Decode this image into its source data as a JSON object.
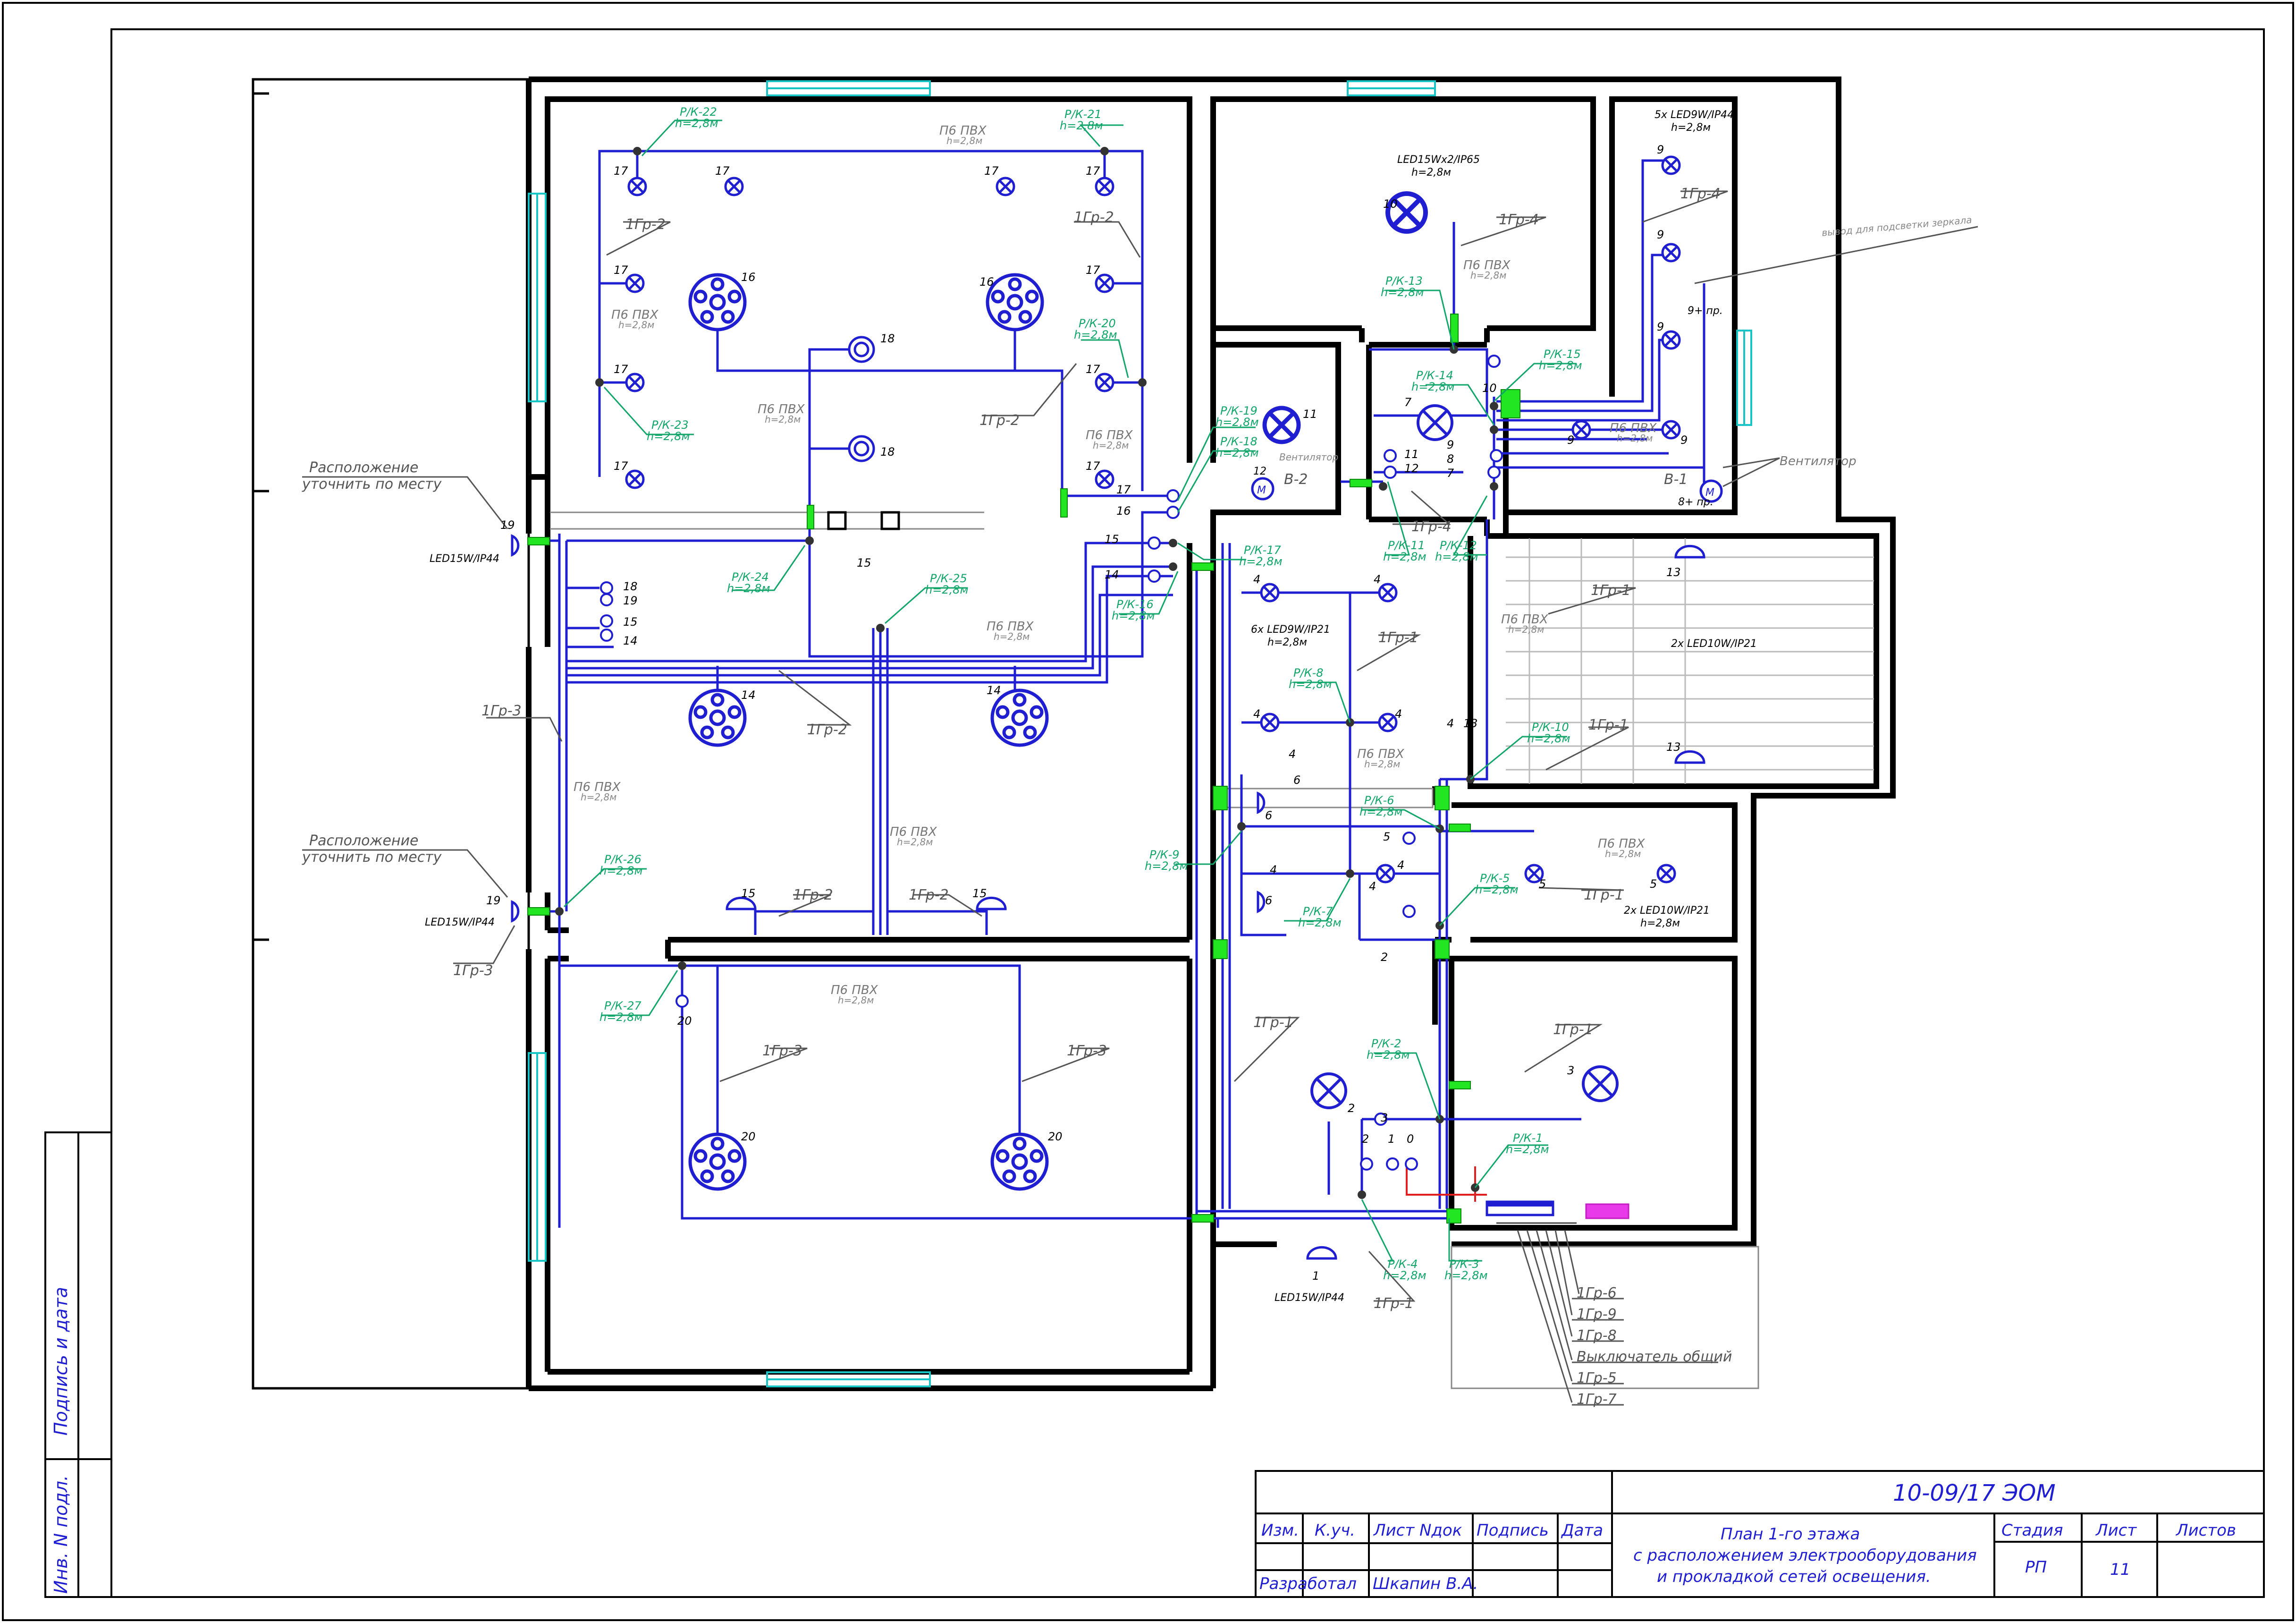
{
  "title_block": {
    "doc_code": "10-09/17 ЭОМ",
    "head_izm": "Изм.",
    "head_kuch": "К.уч.",
    "head_list_ndok": "Лист Nдок",
    "head_podpis": "Подпись",
    "head_data": "Дата",
    "role_developed": "Разработал",
    "developer_name": "Шкапин В.А.",
    "plan_title_1": "План 1-го этажа",
    "plan_title_2": "с расположением электрооборудования",
    "plan_title_3": "и прокладкой сетей освещения.",
    "col_stage": "Стадия",
    "col_sheet": "Лист",
    "col_sheets": "Листов",
    "stage_value": "РП",
    "sheet_value": "11"
  },
  "side_stamp": {
    "signature_date": "Подпись и дата",
    "inv_no": "Инв. N подл."
  },
  "notes": {
    "location_1": "Расположение",
    "location_2": "уточнить по месту",
    "mirror_outlet": "вывод для подсветки зеркала",
    "fan": "Вентилятор"
  },
  "fixture_labels": {
    "led15_ip44": "LED15W/IP44",
    "led15x2_ip65": "LED15Wx2/IP65",
    "led9x5_ip44": "5х LED9W/IP44",
    "led9x6_ip21": "6х LED9W/IP21",
    "led10x2_ip21": "2х LED10W/IP21",
    "height": "h=2,8м"
  },
  "cable": {
    "type": "П6 ПВХ",
    "height": "h=2,8м"
  },
  "groups": {
    "g1": "1Гр-1",
    "g2": "1Гр-2",
    "g3": "1Гр-3",
    "g4": "1Гр-4",
    "g5": "1Гр-5",
    "g6": "1Гр-6",
    "g7": "1Гр-7",
    "g8": "1Гр-8",
    "g9": "1Гр-9",
    "general_switch": "Выключатель общий"
  },
  "fans": {
    "b1": "В-1",
    "b2": "В-2",
    "m": "М",
    "conn_b1": "8+ пр.",
    "conn_mirror": "9+ пр."
  },
  "boxes": [
    "Р/К-1",
    "Р/К-2",
    "Р/К-3",
    "Р/К-4",
    "Р/К-5",
    "Р/К-6",
    "Р/К-7",
    "Р/К-8",
    "Р/К-9",
    "Р/К-10",
    "Р/К-11",
    "Р/К-12",
    "Р/К-13",
    "Р/К-14",
    "Р/К-15",
    "Р/К-16",
    "Р/К-17",
    "Р/К-18",
    "Р/К-19",
    "Р/К-20",
    "Р/К-21",
    "Р/К-22",
    "Р/К-23",
    "Р/К-24",
    "Р/К-25",
    "Р/К-26",
    "Р/К-27"
  ],
  "numbers": {
    "n0": "0",
    "n1": "1",
    "n2": "2",
    "n3": "3",
    "n4": "4",
    "n5": "5",
    "n6": "6",
    "n7": "7",
    "n8": "8",
    "n9": "9",
    "n10": "10",
    "n11": "11",
    "n12": "12",
    "n13": "13",
    "n14": "14",
    "n15": "15",
    "n16": "16",
    "n17": "17",
    "n18": "18",
    "n19": "19",
    "n20": "20"
  }
}
